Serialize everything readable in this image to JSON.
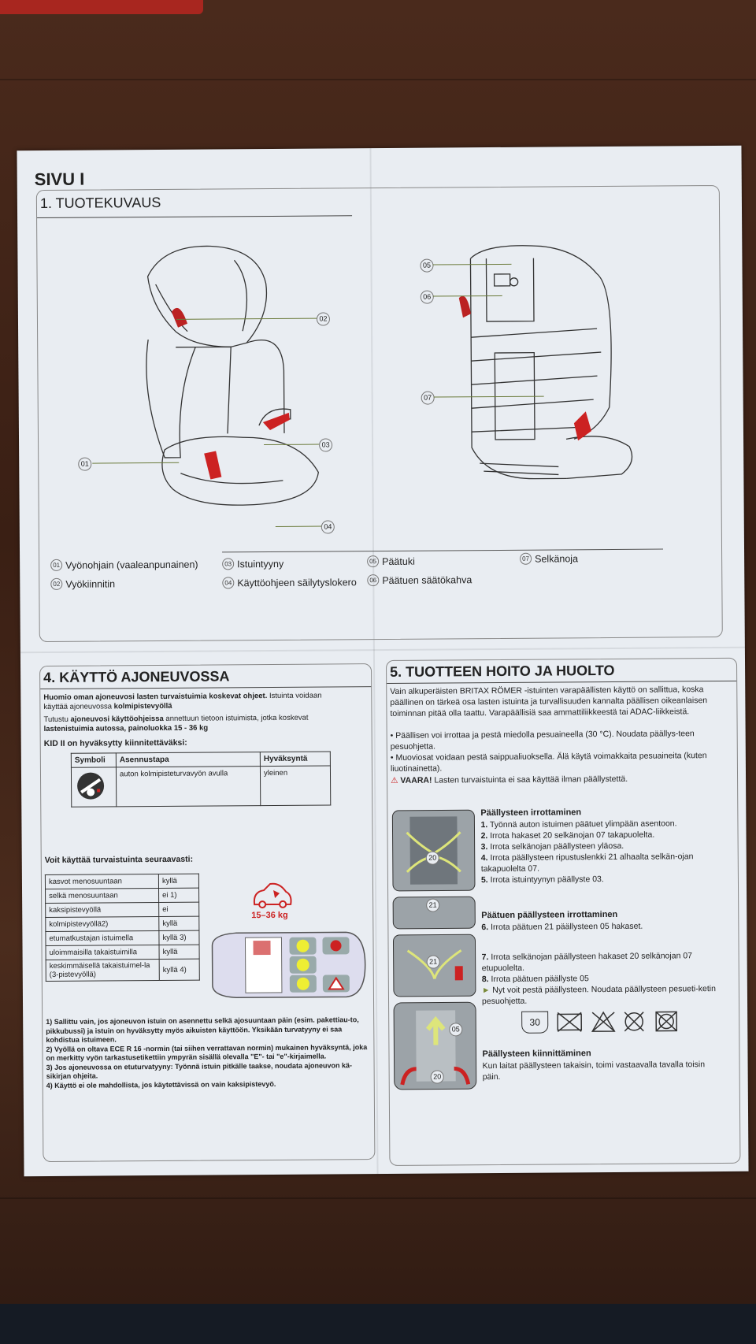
{
  "page_label": "SIVU I",
  "section1": {
    "title": "1. TUOTEKUVAUS",
    "callouts": [
      "01",
      "02",
      "03",
      "04",
      "05",
      "06",
      "07"
    ],
    "legend": [
      {
        "num": "01",
        "label": "Vyönohjain (vaaleanpunainen)"
      },
      {
        "num": "02",
        "label": "Vyökiinnitin"
      },
      {
        "num": "03",
        "label": "Istuintyyny"
      },
      {
        "num": "04",
        "label": "Käyttöohjeen säilytyslokero"
      },
      {
        "num": "05",
        "label": "Päätuki"
      },
      {
        "num": "06",
        "label": "Päätuen säätökahva"
      },
      {
        "num": "07",
        "label": "Selkänoja"
      }
    ]
  },
  "section4": {
    "title": "4. KÄYTTÖ AJONEUVOSSA",
    "p1_bold": "Huomio oman ajoneuvosi lasten turvaistuimia koskevat ohjeet.",
    "p1_rest": " Istuinta voidaan käyttää ajoneuvossa",
    "p1_bold2": "kolmipistevyöllä",
    "p2a": "Tutustu",
    "p2_bold": " ajoneuvosi käyttöohjeissa",
    "p2b": " annettuun tietoon istuimista, jotka koskevat",
    "p2_bold2": " lastenistuimia autossa, painoluokka 15 - 36 kg",
    "approved": "KID II on hyväksytty kiinnitettäväksi:",
    "sym_headers": [
      "Symboli",
      "Asennustapa",
      "Hyväksyntä"
    ],
    "sym_row": {
      "method": "auton kolmipisteturvavyön avulla",
      "approval": "yleinen"
    },
    "use_title": "Voit käyttää turvaistuinta seuraavasti:",
    "uses": [
      [
        "kasvot menosuuntaan",
        "kyllä"
      ],
      [
        "selkä menosuuntaan",
        "ei 1)"
      ],
      [
        "kaksipistevyöllä",
        "ei"
      ],
      [
        "kolmipistevyöllä2)",
        "kyllä"
      ],
      [
        "etumatkustajan istuimella",
        "kyllä 3)"
      ],
      [
        "uloimmaisilla takaistuimilla",
        "kyllä"
      ],
      [
        "keskimmäisellä takaistuimel-la (3-pistevyöllä)",
        "kyllä 4)"
      ]
    ],
    "weight": "15–36 kg",
    "footnotes": [
      "1) Sallittu vain, jos ajoneuvon istuin on asennettu selkä ajosuuntaan päin (esim. pakettiau-to, pikkubussi) ja istuin on hyväksytty myös aikuisten käyttöön. Yksikään turvatyyny ei saa kohdistua istuimeen.",
      "2) Vyöllä on oltava ECE R 16 -normin (tai siihen verrattavan normin) mukainen hyväksyntä, joka on merkitty vyön tarkastusetikettiin ympyrän sisällä olevalla \"E\"- tai \"e\"-kirjaimella.",
      "3) Jos ajoneuvossa on etuturvatyyny: Työnnä istuin pitkälle taakse, noudata ajoneuvon kä-sikirjan ohjeita.",
      "4) Käyttö ei ole mahdollista, jos käytettävissä on vain kaksipistevyö."
    ]
  },
  "section5": {
    "title": "5. TUOTTEEN HOITO JA HUOLTO",
    "intro": "Vain alkuperäisten BRITAX RÖMER -istuinten varapäällisten käyttö on sallittua, koska päällinen on tärkeä osa lasten istuinta ja turvallisuuden kannalta päällisen oikeanlaisen toiminnan pitää olla taattu. Varapäällisiä saa ammattiliikkeestä tai ADAC-liikkeistä.",
    "bullets": [
      "Päällisen voi irrottaa ja pestä miedolla pesuaineella (30 °C). Noudata päällys-teen pesuohjetta.",
      "Muoviosat voidaan pestä saippualiuoksella. Älä käytä voimakkaita pesuaineita (kuten liuotinainetta)."
    ],
    "warning_bold": "VAARA!",
    "warning_text": " Lasten turvaistuinta ei saa käyttää ilman päällystettä.",
    "remove_title": "Päällysteen irrottaminen",
    "remove_steps": [
      [
        "1.",
        "Työnnä auton istuimen päätuet ylimpään asentoon."
      ],
      [
        "2.",
        "Irrota hakaset 20 selkänojan 07 takapuolelta."
      ],
      [
        "3.",
        "Irrota selkänojan päällysteen yläosa."
      ],
      [
        "4.",
        "Irrota päällysteen ripustuslenkki 21 alhaalta selkän-ojan takapuolelta 07."
      ],
      [
        "5.",
        "Irrota istuintyynyn päällyste 03."
      ]
    ],
    "head_title": "Päätuen päällysteen irrottaminen",
    "head_steps": [
      [
        "6.",
        "Irrota päätuen 21 päällysteen 05 hakaset."
      ],
      [
        "7.",
        "Irrota selkänojan päällysteen hakaset 20 selkänojan 07 etupuolelta."
      ],
      [
        "8.",
        "Irrota päätuen päällyste 05"
      ]
    ],
    "head_note": "Nyt voit pestä päällysteen. Noudata päällysteen pesueti-ketin pesuohjetta.",
    "care_wash": "30",
    "attach_title": "Päällysteen kiinnittäminen",
    "attach_text": "Kun laitat päällysteen takaisin, toimi vastaavalla tavalla toisin päin.",
    "fig_labels": [
      "20",
      "21",
      "21",
      "05",
      "20"
    ]
  }
}
